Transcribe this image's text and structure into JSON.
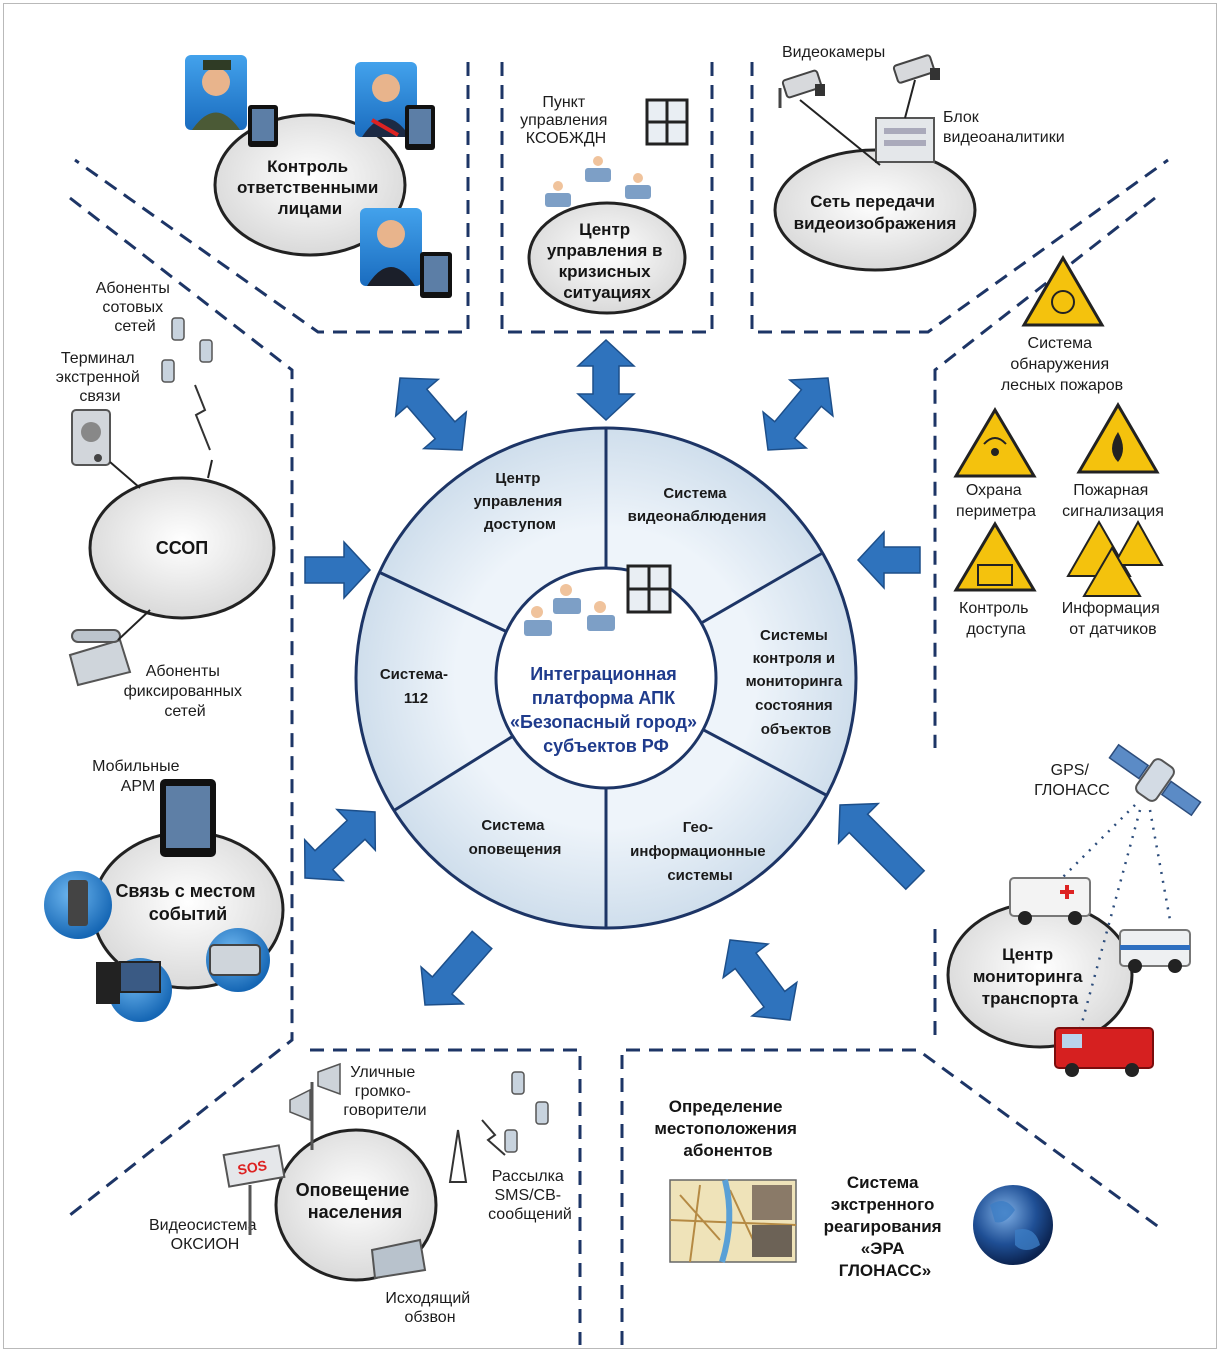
{
  "center": {
    "lines": [
      "Интеграционная",
      "платформа АПК",
      "«Безопасный город»",
      "субъектов РФ"
    ]
  },
  "ring_segments": [
    {
      "id": "access",
      "lines": [
        "Центр",
        "управления",
        "доступом"
      ]
    },
    {
      "id": "video",
      "lines": [
        "Система",
        "видеонаблюдения"
      ]
    },
    {
      "id": "monitoring",
      "lines": [
        "Системы",
        "контроля и",
        "мониторинга",
        "состояния",
        "объектов"
      ]
    },
    {
      "id": "geo",
      "lines": [
        "Гео-",
        "информационные",
        "системы"
      ]
    },
    {
      "id": "alert",
      "lines": [
        "Система",
        "оповещения"
      ]
    },
    {
      "id": "s112",
      "lines": [
        "Система-",
        "112"
      ]
    }
  ],
  "zones": {
    "officials": {
      "title": [
        "Контроль",
        "ответственными",
        "лицами"
      ]
    },
    "crisis": {
      "title": [
        "Центр",
        "управления в",
        "кризисных",
        "ситуациях"
      ],
      "label": [
        "Пункт",
        "управления",
        "КСОБЖДН"
      ]
    },
    "videonet": {
      "title": [
        "Сеть передачи",
        "видеоизображения"
      ],
      "cameras": "Видеокамеры",
      "analytics": [
        "Блок",
        "видеоаналитики"
      ]
    },
    "ssop": {
      "title": "ССОП",
      "cellular": [
        "Абоненты",
        "сотовых",
        "сетей"
      ],
      "terminal": [
        "Терминал",
        "экстренной",
        "связи"
      ],
      "fixed": [
        "Абоненты",
        "фиксированных",
        "сетей"
      ]
    },
    "scene": {
      "title": [
        "Связь с местом",
        "событий"
      ],
      "mobile": [
        "Мобильные",
        "АРМ"
      ]
    },
    "sensors": {
      "forest": [
        "Система",
        "обнаружения",
        "лесных пожаров"
      ],
      "perimeter": [
        "Охрана",
        "периметра"
      ],
      "fire": [
        "Пожарная",
        "сигнализация"
      ],
      "access": [
        "Контроль",
        "доступа"
      ],
      "data": [
        "Информация",
        "от датчиков"
      ]
    },
    "transport": {
      "title": [
        "Центр",
        "мониторинга",
        "транспорта"
      ],
      "gps": [
        "GPS/",
        "ГЛОНАСС"
      ]
    },
    "population": {
      "title": [
        "Оповещение",
        "населения"
      ],
      "speakers": [
        "Уличные",
        "громко-",
        "говорители"
      ],
      "sms": [
        "Рассылка",
        "SMS/CB-",
        "сообщений"
      ],
      "oksion": [
        "Видеосистема",
        "ОКСИОН"
      ],
      "calls": [
        "Исходящий",
        "обзвон"
      ],
      "sos": "SOS"
    },
    "location": {
      "title": [
        "Определение",
        "местоположения",
        "абонентов"
      ]
    },
    "era": {
      "title": [
        "Система",
        "экстренного",
        "реагирования",
        "«ЭРА",
        "ГЛОНАСС»"
      ]
    }
  },
  "colors": {
    "arrow": "#2f73bd",
    "ring": "#dce8f3",
    "center_text": "#1f3b8c",
    "dash": "#1d3566",
    "warning": "#f4c20d"
  }
}
